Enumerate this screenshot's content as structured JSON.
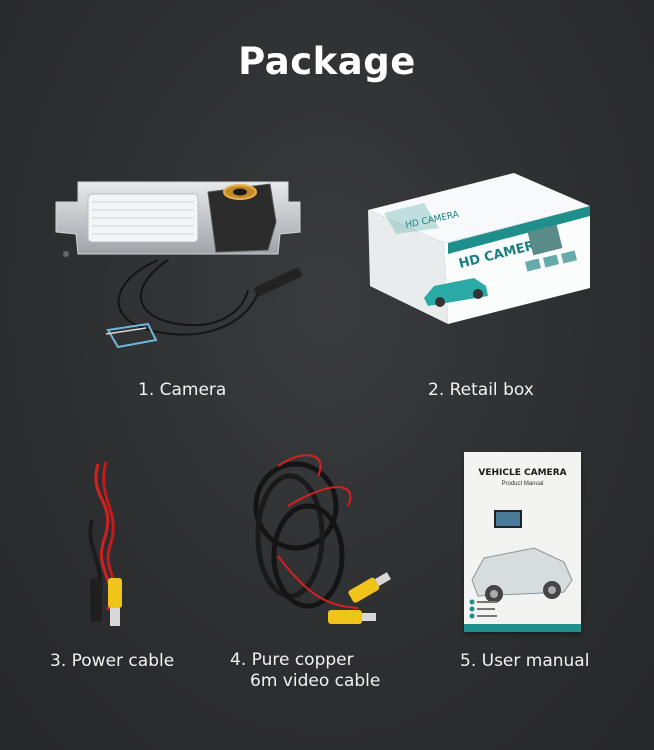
{
  "title": "Package",
  "items": [
    {
      "label": "1. Camera"
    },
    {
      "label": "2. Retail box",
      "box_text": {
        "top": "HD CAMERA",
        "side": "HD CAMERA"
      }
    },
    {
      "label": "3. Power cable"
    },
    {
      "label_line1": "4. Pure copper",
      "label_line2": "6m video cable"
    },
    {
      "label": "5. User manual",
      "manual": {
        "title": "VEHICLE CAMERA",
        "subtitle": "Product Manual"
      }
    }
  ],
  "colors": {
    "background": "#2f3032",
    "text": "#ffffff",
    "red_wire": "#d42020",
    "yellow_plug": "#f0c419"
  }
}
